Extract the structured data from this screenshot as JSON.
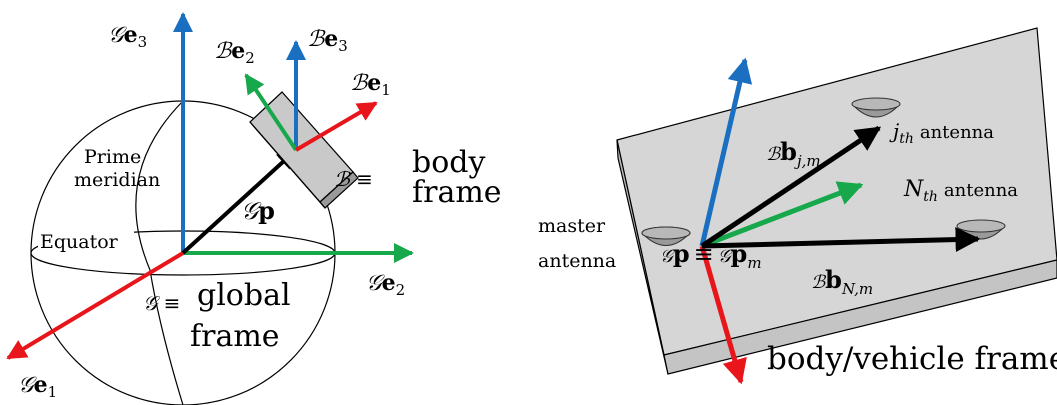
{
  "colors": {
    "e1": "#e8151b",
    "e2": "#16a84a",
    "e3": "#1a6fc1",
    "p": "#000000",
    "body_box": "#c9c9c9",
    "plate_top": "#d6d6d6",
    "plate_side": "#bcbcbc",
    "antenna": "#a8a8a8"
  },
  "left": {
    "G_e3": {
      "script": "𝒢",
      "vec": "e",
      "sub": "3"
    },
    "G_e2": {
      "script": "𝒢",
      "vec": "e",
      "sub": "2"
    },
    "G_e1": {
      "script": "𝒢",
      "vec": "e",
      "sub": "1"
    },
    "B_e1": {
      "script": "ℬ",
      "vec": "e",
      "sub": "1"
    },
    "B_e2": {
      "script": "ℬ",
      "vec": "e",
      "sub": "2"
    },
    "B_e3": {
      "script": "ℬ",
      "vec": "e",
      "sub": "3"
    },
    "G_p": {
      "script": "𝒢",
      "vec": "p"
    },
    "prime_meridian_1": "Prime",
    "prime_meridian_2": "meridian",
    "equator": "Equator",
    "body_sym": "ℬ ≡",
    "body_word_1": "body",
    "body_word_2": "frame",
    "global_sym": "𝒢 ≡",
    "global_word_1": "global",
    "global_word_2": "frame"
  },
  "right": {
    "master_1": "master",
    "master_2": "antenna",
    "j_label_sym": "j",
    "j_label_sub": "th",
    "j_label_word": "antenna",
    "n_label_sym": "N",
    "n_label_sub": "th",
    "n_label_word": "antenna",
    "b_jm": {
      "script": "ℬ",
      "vec": "b",
      "sub": "j,m"
    },
    "b_nm": {
      "script": "ℬ",
      "vec": "b",
      "sub": "N,m"
    },
    "p_eq": {
      "script1": "𝒢",
      "vec1": "p",
      "eq": "≡",
      "script2": "𝒢",
      "vec2": "p",
      "sub2": "m"
    },
    "frame_caption": "body/vehicle frame"
  }
}
